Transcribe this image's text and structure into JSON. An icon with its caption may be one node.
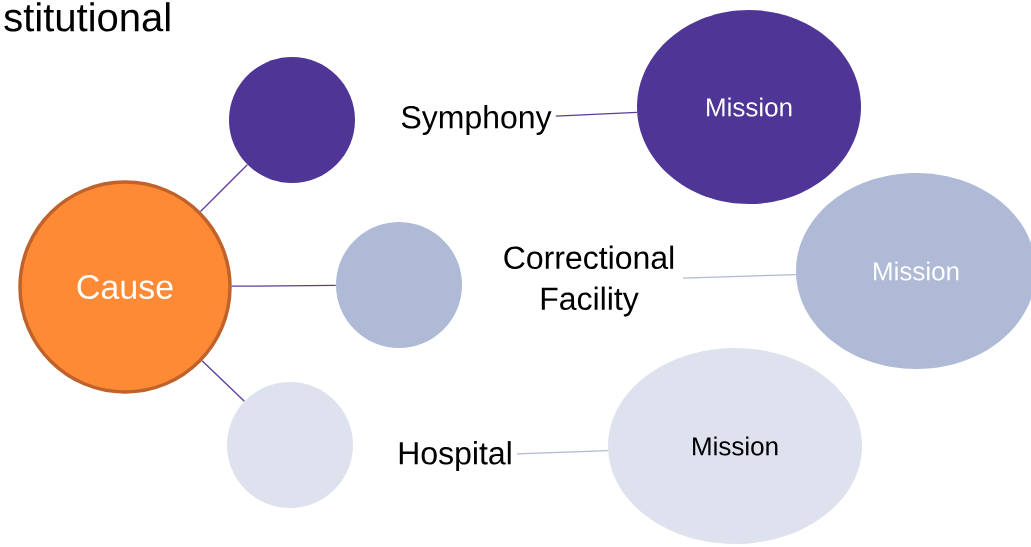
{
  "diagram": {
    "title": "stitutional",
    "nodes": [
      {
        "text": [
          "Cause"
        ]
      },
      {
        "text": [],
        "shape": "circle"
      },
      {
        "text": [],
        "shape": "circle"
      },
      {
        "text": [],
        "shape": "circle"
      },
      {
        "text": [
          "Symphony"
        ]
      },
      {
        "text": [
          "Correctional Facility"
        ]
      },
      {
        "text": [
          "Hospital"
        ]
      },
      {
        "text": [
          "Mission"
        ]
      },
      {
        "text": [
          "Mission"
        ]
      },
      {
        "text": [
          "Mission"
        ]
      }
    ],
    "edges": [
      {
        "from": 0,
        "to": 1,
        "arrow": "none"
      },
      {
        "from": 0,
        "to": 2,
        "arrow": "none"
      },
      {
        "from": 0,
        "to": 3,
        "arrow": "none"
      },
      {
        "from": 4,
        "to": 7,
        "arrow": "none"
      },
      {
        "from": 5,
        "to": 8,
        "arrow": "none",
        "color": "#b0bad6"
      },
      {
        "from": 6,
        "to": 9,
        "arrow": "none",
        "color": "#b0bad6"
      }
    ]
  }
}
